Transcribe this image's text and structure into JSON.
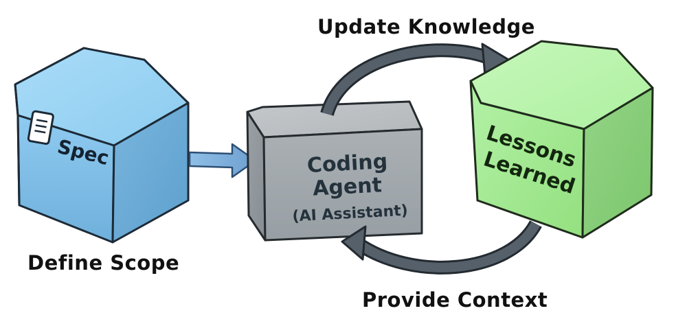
{
  "nodes": {
    "spec": {
      "label": "Spec",
      "caption": "Define Scope",
      "color": "#8cc7ea"
    },
    "agent": {
      "line1": "Coding",
      "line2": "Agent",
      "line3": "(AI Assistant)",
      "color": "#a3a9ad"
    },
    "lessons": {
      "line1": "Lessons",
      "line2": "Learned",
      "color": "#a9ec9c"
    }
  },
  "edges": {
    "update": {
      "label": "Update Knowledge"
    },
    "provide": {
      "label": "Provide Context"
    }
  },
  "icons": {
    "spec_icon": "document-icon"
  }
}
